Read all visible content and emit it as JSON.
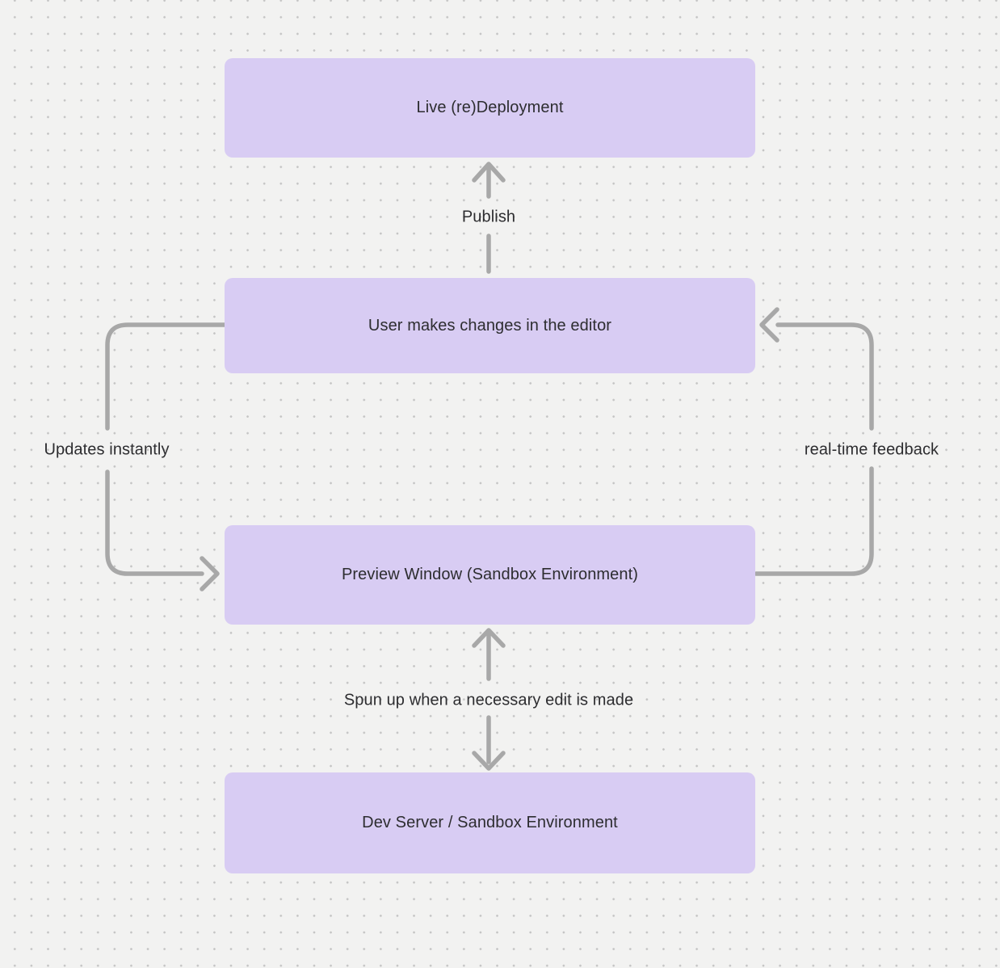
{
  "diagram": {
    "nodes": [
      {
        "id": "live-redeployment",
        "label": "Live (re)Deployment"
      },
      {
        "id": "user-edits",
        "label": "User makes changes in the editor"
      },
      {
        "id": "preview-window",
        "label": "Preview Window (Sandbox Environment)"
      },
      {
        "id": "dev-server",
        "label": "Dev Server / Sandbox Environment"
      }
    ],
    "edges": [
      {
        "from": "user-edits",
        "to": "live-redeployment",
        "label": "Publish",
        "direction": "up"
      },
      {
        "from": "user-edits",
        "to": "preview-window",
        "label": "Updates instantly",
        "direction": "down-left-loop"
      },
      {
        "from": "preview-window",
        "to": "user-edits",
        "label": "real-time feedback",
        "direction": "up-right-loop"
      },
      {
        "from": "preview-window",
        "to": "dev-server",
        "label": "Spun up when a necessary edit is made",
        "direction": "bidirectional"
      }
    ],
    "colors": {
      "background": "#f2f2f1",
      "grid_dot": "#c4c4c4",
      "node_fill": "#d8ccf3",
      "arrow": "#a8a8a8",
      "text": "#2d2d30"
    }
  }
}
